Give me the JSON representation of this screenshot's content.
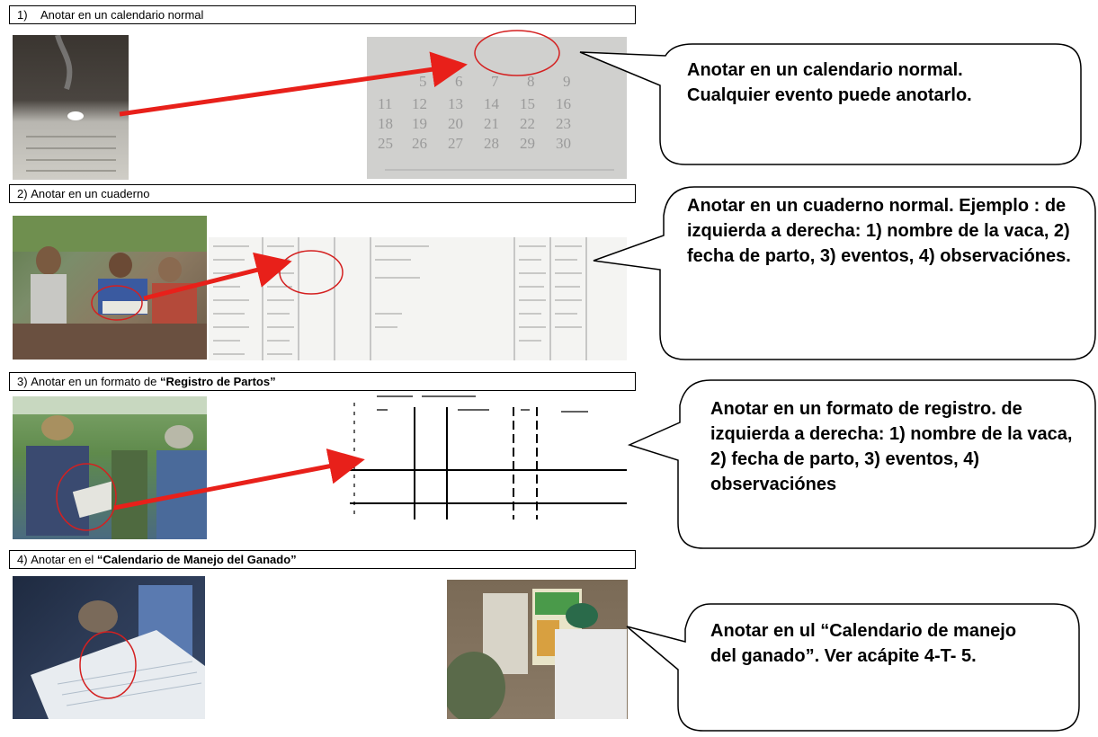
{
  "sections": [
    {
      "num": "1)",
      "pre": "Anotar en un calendario normal",
      "bold": "",
      "post": ""
    },
    {
      "num": "2)",
      "pre": "Anotar en un cuaderno",
      "bold": "",
      "post": ""
    },
    {
      "num": "3)",
      "pre": "Anotar en un formato de ",
      "bold": "“Registro de Partos”",
      "post": ""
    },
    {
      "num": "4)",
      "pre": "Anotar en el ",
      "bold": "“Calendario de Manejo del Ganado”",
      "post": ""
    }
  ],
  "bubbles": {
    "b1": "Anotar en un calendario normal. Cualquier evento puede anotarlo.",
    "b2": "Anotar en un cuaderno normal. Ejemplo : de izquierda a derecha: 1) nombre de la vaca, 2) fecha de parto, 3) eventos, 4) observacióne​s.",
    "b3": "Anotar en un formato de registro. de izquierda a derecha: 1) nombre de la vaca, 2) fecha de parto, 3) eventos, 4) observacióne​s",
    "b4": "Anotar en ul “Calendario de manejo del ganado”. Ver acápite 4-T- 5."
  },
  "calendar": {
    "rows": [
      [
        "11",
        "12",
        "13",
        "14",
        "15",
        "16"
      ],
      [
        "18",
        "19",
        "20",
        "21",
        "22",
        "23"
      ],
      [
        "25",
        "26",
        "27",
        "28",
        "29",
        "30"
      ]
    ],
    "top": [
      "5",
      "6",
      "7",
      "8",
      "9"
    ]
  },
  "colors": {
    "arrow": "#e8201a",
    "circle": "#d42020"
  }
}
